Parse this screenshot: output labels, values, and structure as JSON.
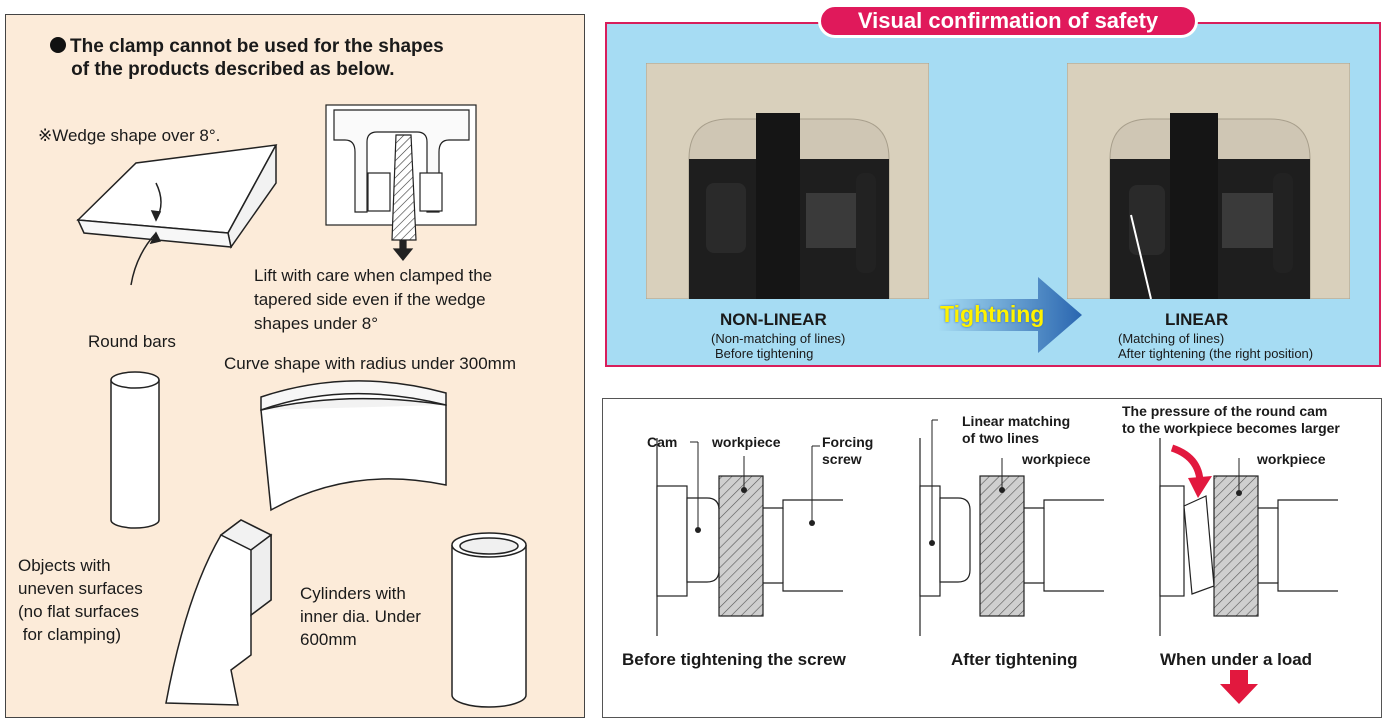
{
  "left_panel": {
    "heading_line1": "The clamp cannot be used for the shapes",
    "heading_line2": "of the products described as below.",
    "wedge_label": "※Wedge shape over 8°.",
    "lift_note_1": "Lift with care when clamped the",
    "lift_note_2": "tapered side even if the wedge",
    "lift_note_3": "shapes under 8°",
    "round_bars": "Round bars",
    "curve_shape": "Curve shape with radius under 300mm",
    "uneven_1": "Objects with",
    "uneven_2": "uneven surfaces",
    "uneven_3": "(no flat surfaces",
    "uneven_4": " for clamping)",
    "cyl_1": "Cylinders with",
    "cyl_2": "inner dia. Under",
    "cyl_3": "600mm"
  },
  "visual_panel": {
    "title": "Visual confirmation of safety",
    "left_main": "NON-LINEAR",
    "left_sub1": "(Non-matching of lines)",
    "left_sub2": "Before tightening",
    "arrow_label": "Tightning",
    "right_main": "LINEAR",
    "right_sub1": "(Matching of lines)",
    "right_sub2": "After tightening (the right position)",
    "colors": {
      "border": "#d81e5b",
      "background": "#a6dcf3",
      "arrow": "#2a66b0",
      "arrow_text": "#fff200"
    }
  },
  "diagram_panel": {
    "cam": "Cam",
    "workpiece": "workpiece",
    "forcing_1": "Forcing",
    "forcing_2": "screw",
    "linear_1": "Linear matching",
    "linear_2": "of two lines",
    "workpiece_2": "workpiece",
    "pressure_1": "The pressure of the round cam",
    "pressure_2": "to the workpiece becomes larger",
    "workpiece_3": "workpiece",
    "cap1": "Before tightening the screw",
    "cap2": "After tightening",
    "cap3": "When under a load"
  }
}
